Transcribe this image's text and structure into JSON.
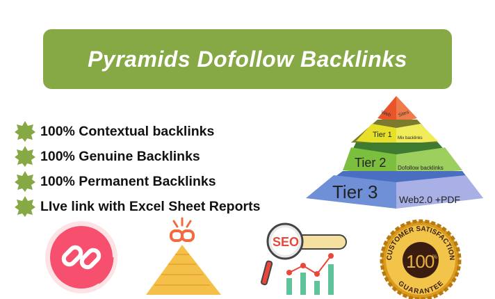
{
  "title": "Pyramids Dofollow Backlinks",
  "features": [
    "100% Contextual backlinks",
    "100% Genuine Backlinks",
    "100% Permanent Backlinks",
    "LIve link with Excel Sheet Reports"
  ],
  "pyramid": {
    "top_left": "Web",
    "top_right": "Sites",
    "tier1": "Tier 1",
    "tier1_desc": "Mix backlinks",
    "tier2": "Tier 2",
    "tier2_desc": "Dofollow backlinks",
    "tier3": "Tier 3",
    "tier3_desc": "Web2.0 +PDF"
  },
  "seo_label": "SEO",
  "badge": {
    "top": "CUSTOMER SATISFACTION",
    "number": "100",
    "percent": "%",
    "bottom": "GUARANTEE"
  },
  "colors": {
    "green": "#86a845",
    "orange": "#f26a3d",
    "gold": "#f5b53a"
  }
}
